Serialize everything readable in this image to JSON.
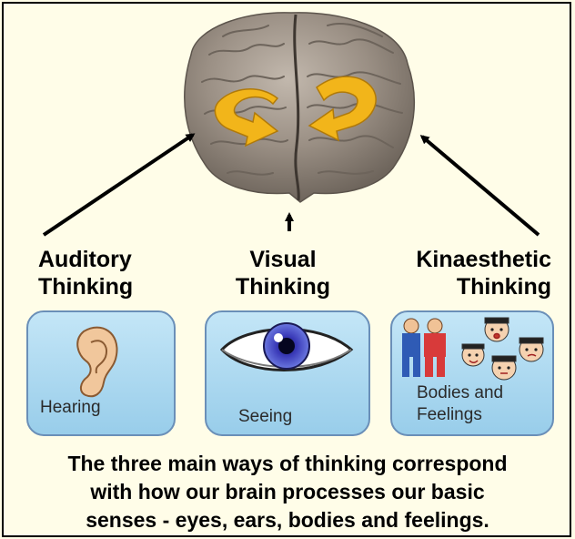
{
  "modes": [
    {
      "line1": "Auditory",
      "line2": "Thinking",
      "sense": "Hearing",
      "icon": "ear-icon"
    },
    {
      "line1": "Visual",
      "line2": "Thinking",
      "sense": "Seeing",
      "icon": "eye-icon"
    },
    {
      "line1": "Kinaesthetic",
      "line2": "Thinking",
      "sense_line1": "Bodies and",
      "sense_line2": "Feelings",
      "icon": "people-faces-icon"
    }
  ],
  "caption": {
    "line1": "The three main ways of thinking correspond",
    "line2": "with how our brain processes our basic",
    "line3": "senses - eyes, ears, bodies and feelings."
  },
  "colors": {
    "background": "#fffde8",
    "card_fill": "#a8d8f0",
    "card_border": "#6a8fb8",
    "arrow_gold": "#f2b51a",
    "brain": "#9a8f84"
  }
}
